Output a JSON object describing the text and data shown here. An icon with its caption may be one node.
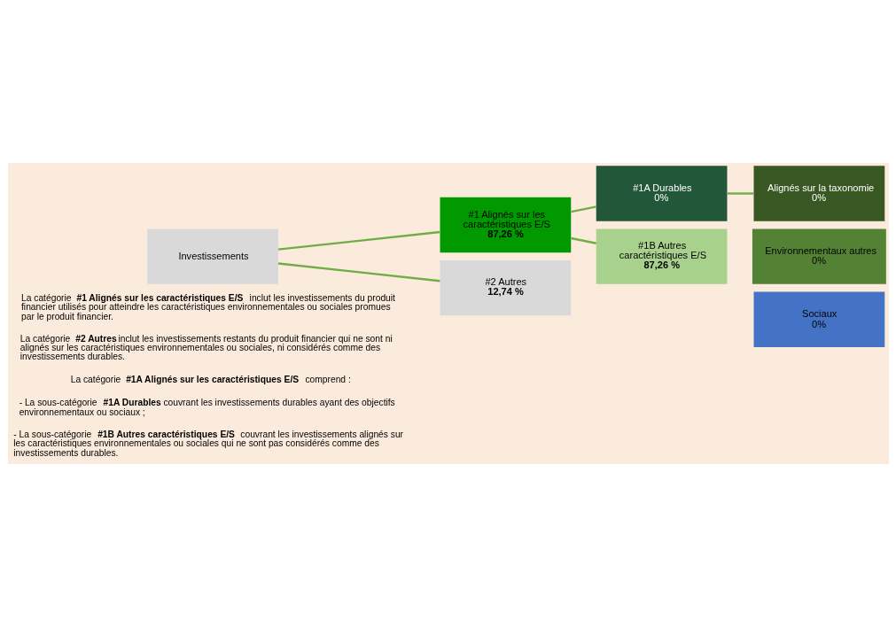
{
  "diagram": {
    "nodes": [
      {
        "text": [
          "Investissements"
        ]
      },
      {
        "text": [
          "#1 Alignés sur les caractéristiques E/S",
          "87,26 %"
        ]
      },
      {
        "text": [
          "#2 Autres",
          "12,74 %"
        ]
      },
      {
        "text": [
          "#1A Durables",
          "0%"
        ]
      },
      {
        "text": [
          "#1B Autres caractéristiques E/S",
          "87,26 %"
        ]
      },
      {
        "text": [
          "Alignés sur la taxonomie",
          "0%"
        ]
      },
      {
        "text": [
          "Environnementaux autres",
          "0%"
        ]
      },
      {
        "text": [
          "Sociaux",
          "0%"
        ]
      }
    ],
    "edges": [
      {
        "from": 0,
        "to": 1,
        "arrow": "none",
        "color": "#70ad47"
      },
      {
        "from": 0,
        "to": 2,
        "arrow": "none",
        "color": "#70ad47"
      },
      {
        "from": 1,
        "to": 3,
        "arrow": "none",
        "color": "#70ad47"
      },
      {
        "from": 1,
        "to": 4,
        "arrow": "none",
        "color": "#70ad47"
      },
      {
        "from": 3,
        "to": 5,
        "arrow": "none",
        "color": "#70ad47"
      }
    ],
    "labels": [
      "La catégorie **#1 Alignés sur les caractéristiques E/S** inclut les investissements du produit financier utilisés pour atteindre les caractéristiques environnementales ou sociales promues par le produit financier.",
      "La catégorie **#2 Autres** inclut les investissements restants du produit financier qui ne sont ni alignés sur les caractéristiques environnementales ou sociales, ni considérés comme des investissements durables.",
      "La catégorie **#1A Alignés sur les caractéristiques E/S** comprend :",
      "- La sous-catégorie **#1A Durables** couvrant les investissements durables ayant des objectifs environnementaux ou sociaux ;",
      "- La sous-catégorie **#1B Autres caractéristiques E/S** couvrant les investissements alignés sur les caractéristiques environnementales ou sociales qui ne sont pas considérés comme des investissements durables."
    ]
  }
}
